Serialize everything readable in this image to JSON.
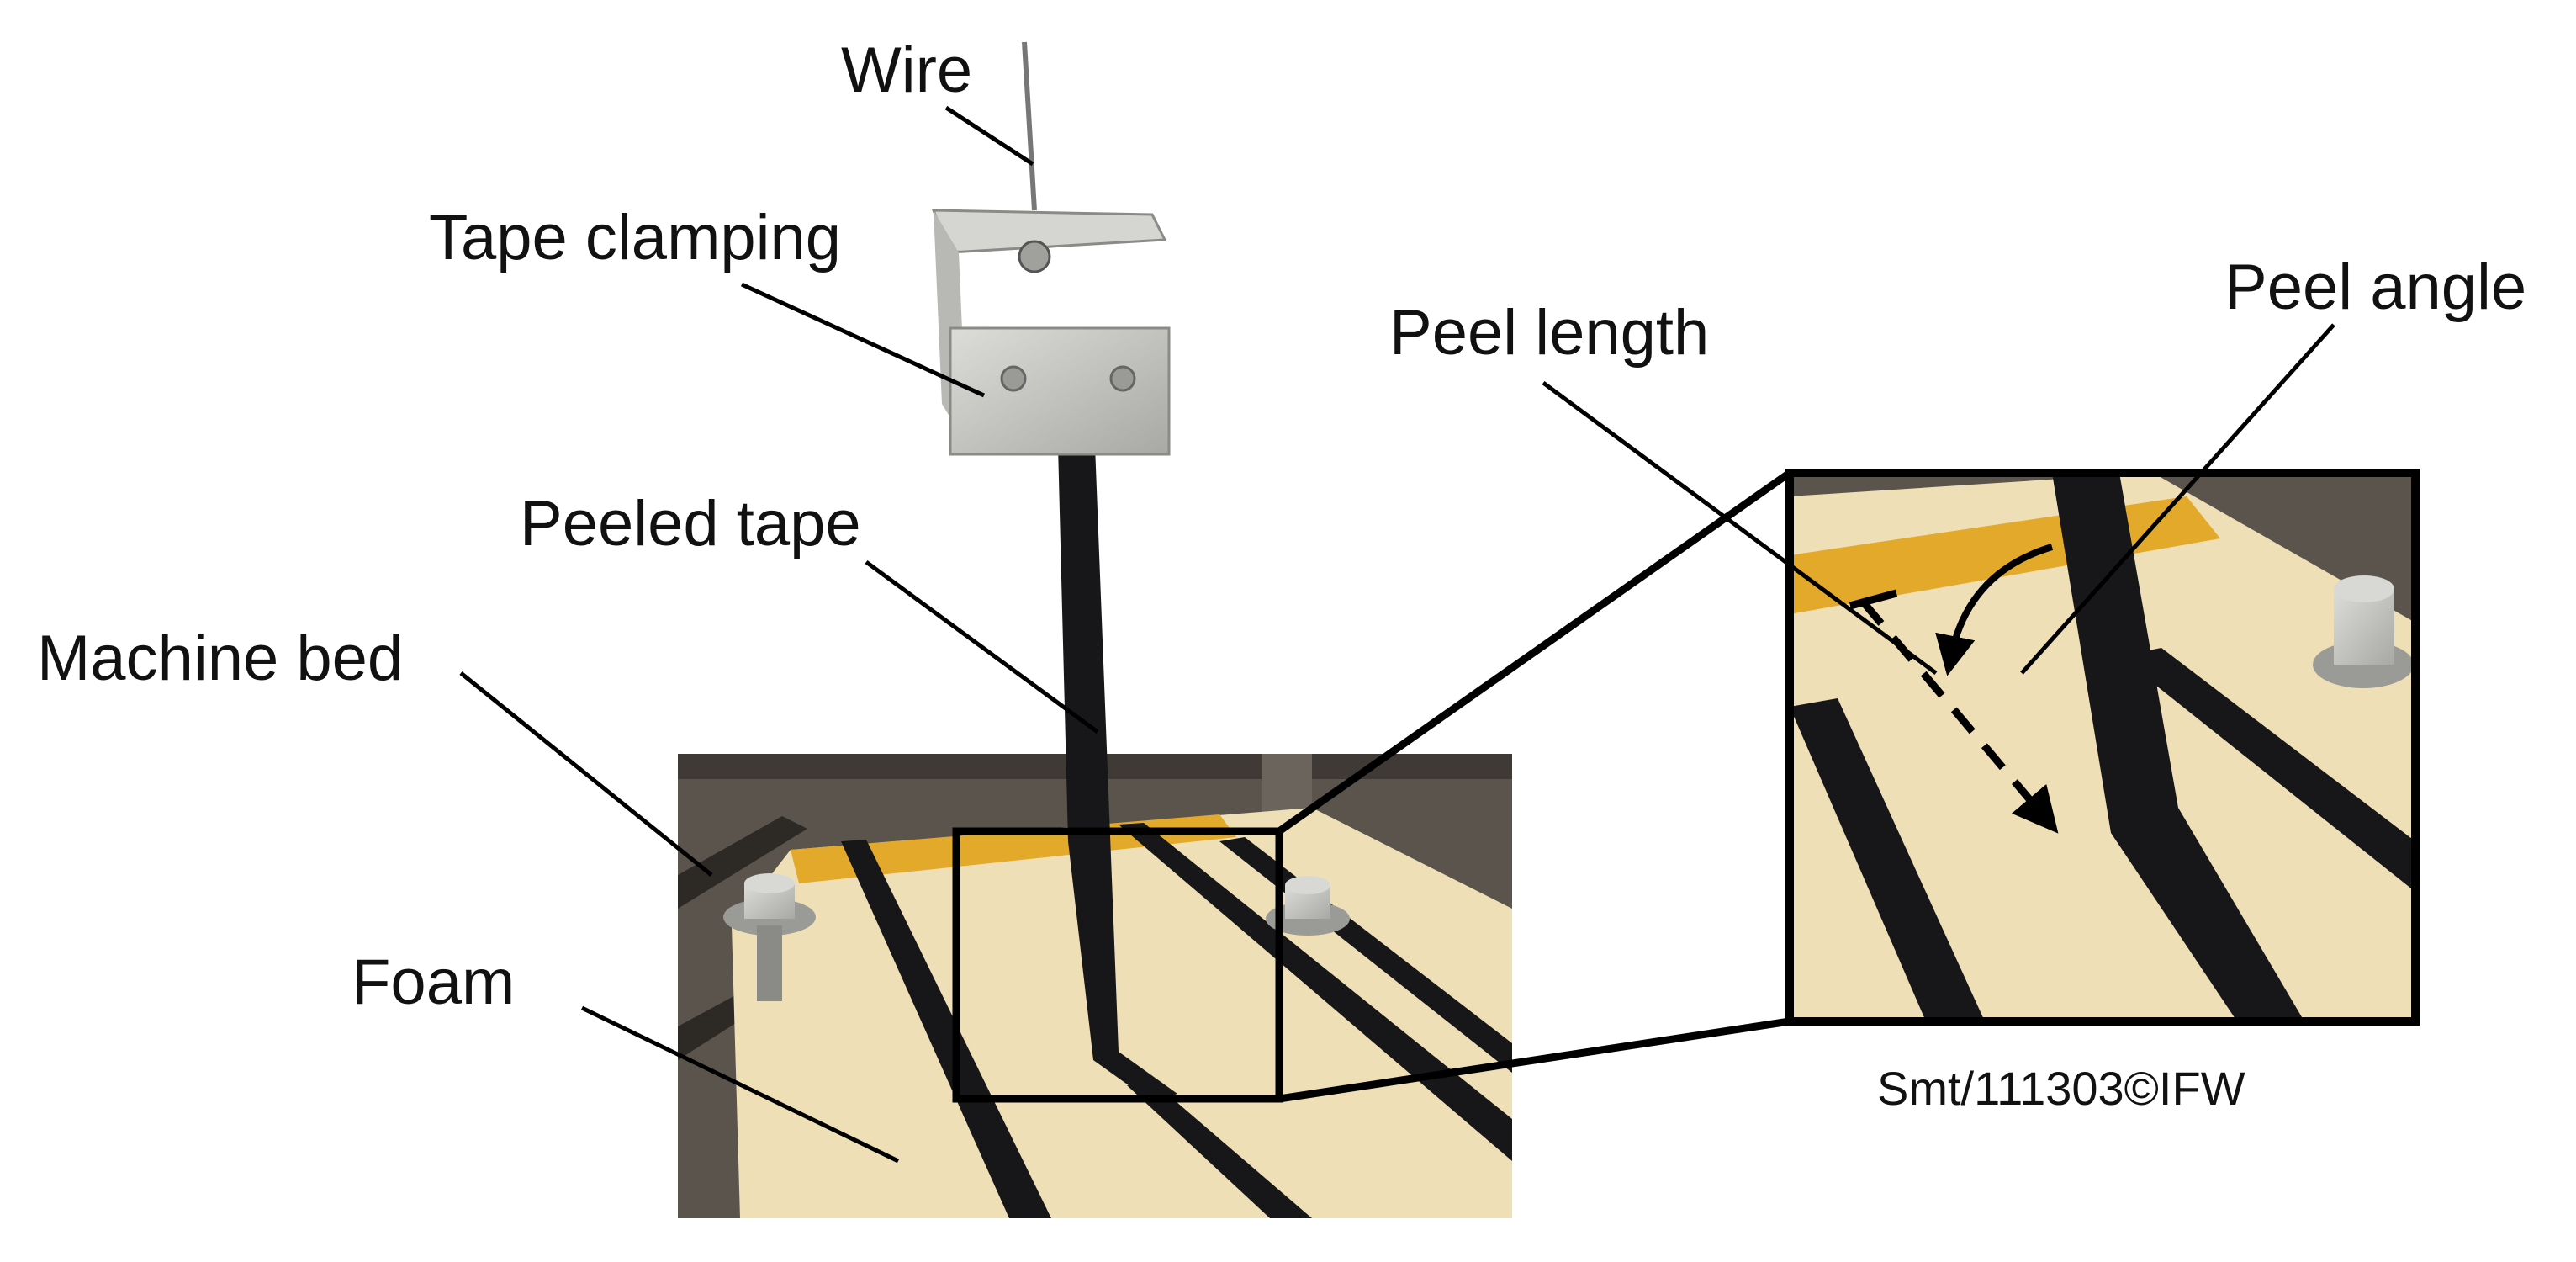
{
  "labels": {
    "wire": "Wire",
    "tape_clamping": "Tape clamping",
    "peeled_tape": "Peeled tape",
    "machine_bed": "Machine bed",
    "foam": "Foam",
    "peel_length": "Peel length",
    "peel_angle": "Peel angle"
  },
  "credit": "Smt/111303©IFW",
  "colors": {
    "foam": "#eedfb6",
    "tape": "#17171a",
    "masking_tape": "#e3a92a",
    "machine_bed": "#5a544d",
    "aluminium": "#c4c4c0",
    "leader_line": "#000000",
    "frame": "#000000"
  },
  "icons": {
    "peel_angle_marker": "curved-arrow-icon",
    "peel_length_marker": "dashed-arrow-icon"
  }
}
